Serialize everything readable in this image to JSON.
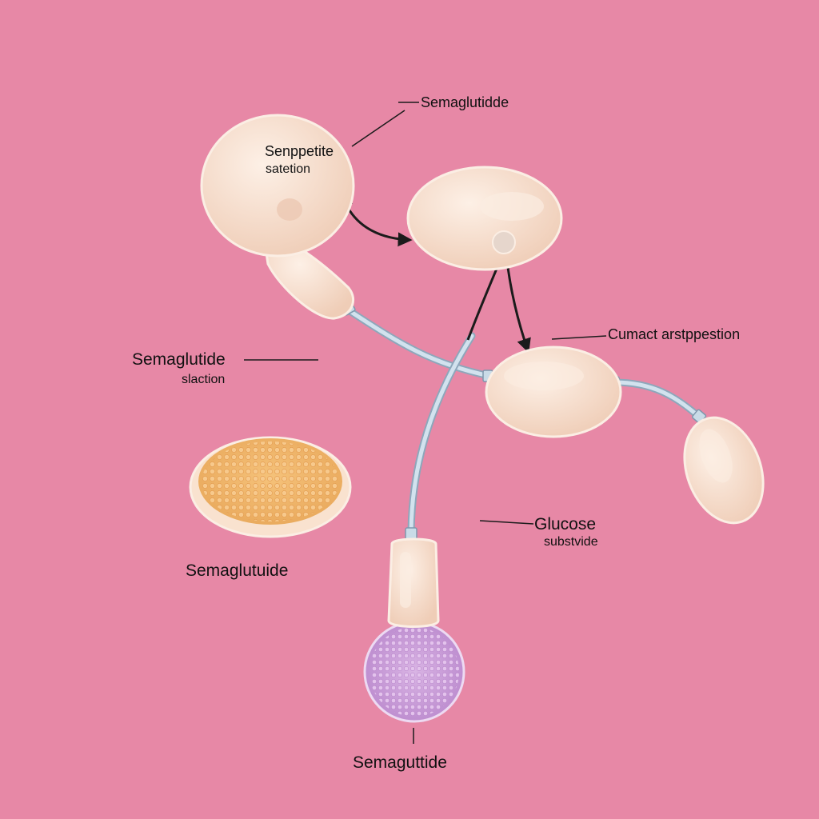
{
  "labels": {
    "top_right": "Semaglutidde",
    "inner_line1": "Senppetite",
    "inner_line2": "satetion",
    "left_title": "Semaglutide",
    "left_sub": "slaction",
    "right_upper": "Cumact arstppestion",
    "glucose_title": "Glucose",
    "glucose_sub": "substvide",
    "fat_cell": "Semaglutuide",
    "bottom": "Semaguttide"
  },
  "colors": {
    "background": "#e788a6",
    "cell_fill": "#f6dccb",
    "cell_outline": "#fbeee4",
    "fat_fill": "#f2b36a",
    "purple_fill": "#c79ad6",
    "tube": "#b9cfe0",
    "arrow": "#1b1b1b"
  }
}
